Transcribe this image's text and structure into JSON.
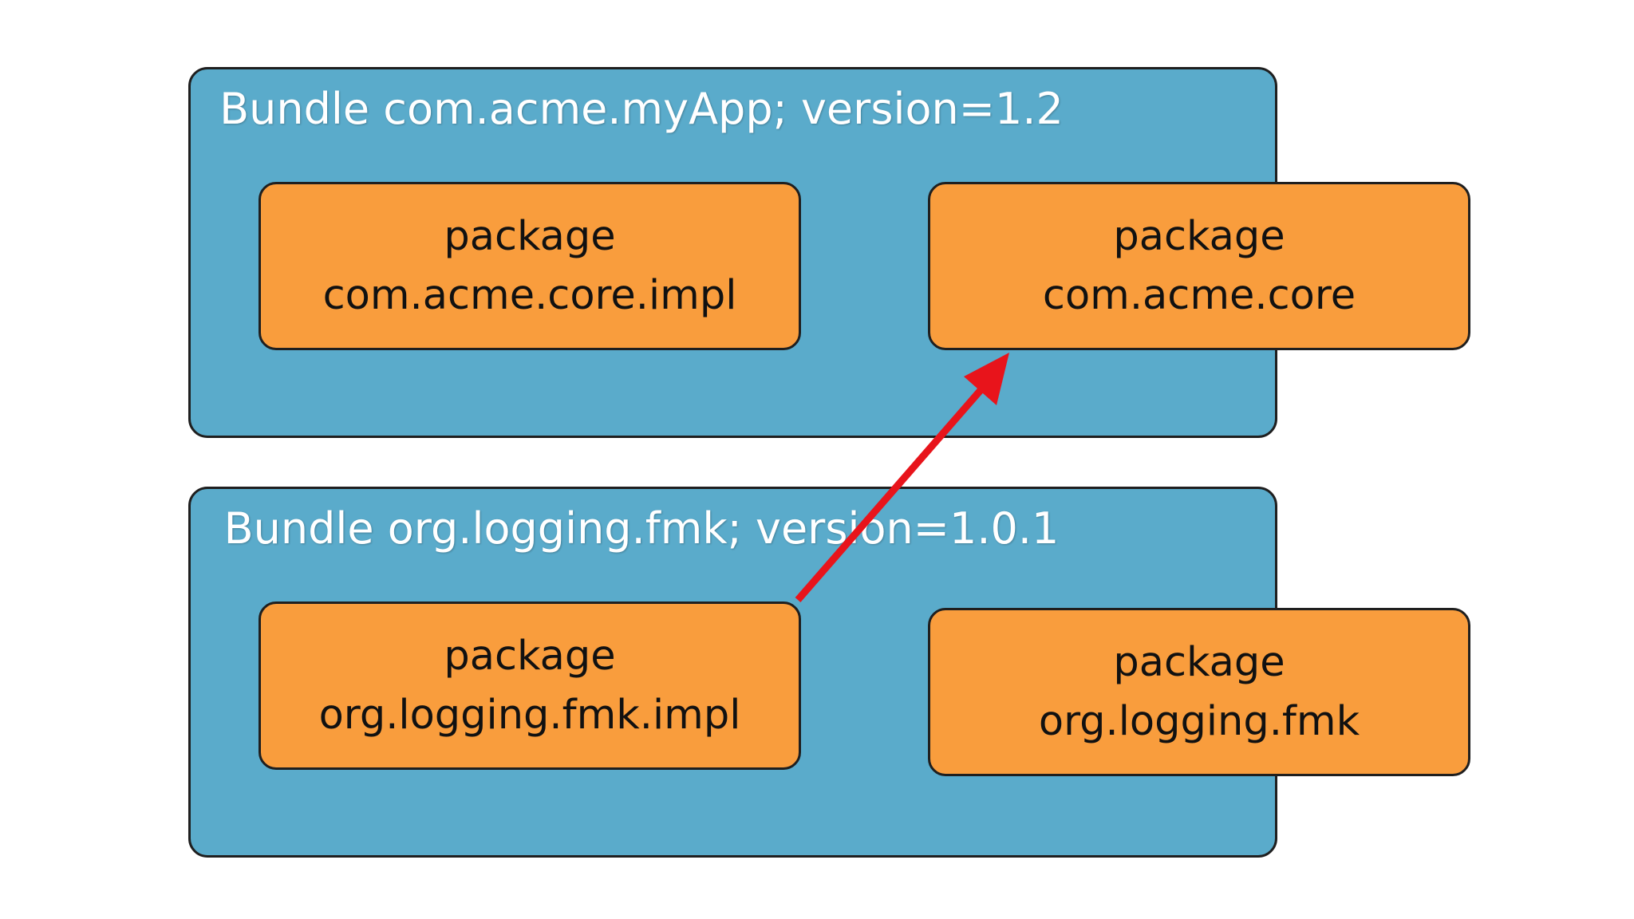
{
  "bundles": [
    {
      "title": "Bundle com.acme.myApp; version=1.2",
      "packages": [
        {
          "keyword": "package",
          "name": "com.acme.core.impl"
        },
        {
          "keyword": "package",
          "name": "com.acme.core"
        }
      ]
    },
    {
      "title": "Bundle org.logging.fmk; version=1.0.1",
      "packages": [
        {
          "keyword": "package",
          "name": "org.logging.fmk.impl"
        },
        {
          "keyword": "package",
          "name": "org.logging.fmk"
        }
      ]
    }
  ],
  "colors": {
    "bundle_fill": "#5aabcb",
    "package_fill": "#f99d3d",
    "arrow": "#e8141b",
    "border": "#1f1f1f"
  },
  "connections": [
    {
      "from": "org.logging.fmk.impl",
      "to": "com.acme.core"
    }
  ]
}
